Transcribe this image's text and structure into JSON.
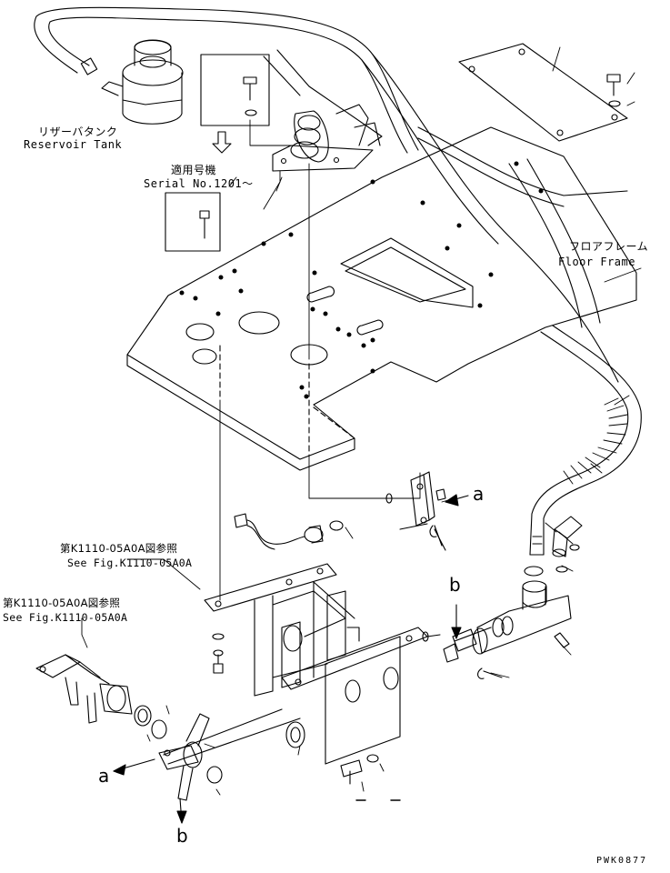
{
  "labels": {
    "reservoir_jp": "リザーバタンク",
    "reservoir_en": "Reservoir Tank",
    "serial_jp": "適用号機",
    "serial_en": "Serial No.1201～",
    "floor_jp": "フロアフレーム",
    "floor_en": "Floor Frame",
    "ref1_jp": "第K1110-05A0A図参照",
    "ref1_en": "See Fig.K1110-05A0A",
    "ref2_jp": "第K1110-05A0A図参照",
    "ref2_en": "See Fig.K1110-05A0A",
    "letter_a_right": "a",
    "letter_b_top": "b",
    "letter_a_left": "a",
    "letter_b_bottom": "b",
    "code": "PWK0877"
  },
  "colors": {
    "line": "#000000",
    "background": "#ffffff"
  }
}
